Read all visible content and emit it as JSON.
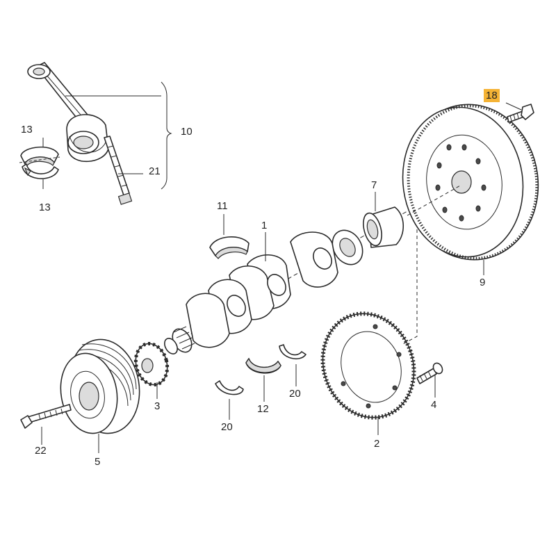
{
  "callouts": {
    "c10": "10",
    "c13_top": "13",
    "c13_bottom": "13",
    "c21": "21",
    "c11": "11",
    "c1": "1",
    "c7": "7",
    "c18": "18",
    "c9": "9",
    "c3": "3",
    "c5": "5",
    "c22": "22",
    "c20_left": "20",
    "c12": "12",
    "c20_right": "20",
    "c2": "2",
    "c4": "4"
  },
  "colors": {
    "highlight": "#f5b335",
    "ink": "#2a2a2a",
    "background": "#ffffff"
  }
}
